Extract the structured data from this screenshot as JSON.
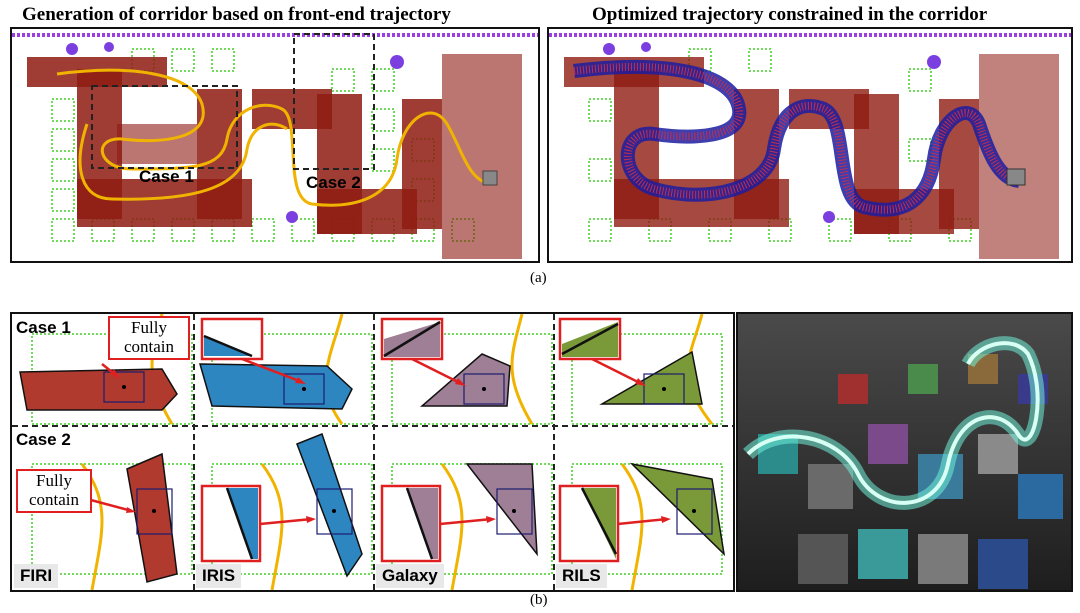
{
  "top": {
    "left_title": "Generation of corridor based on front-end trajectory",
    "right_title": "Optimized trajectory constrained in the corridor",
    "case1_label": "Case 1",
    "case2_label": "Case 2",
    "caption": "(a)"
  },
  "bottom": {
    "caption": "(b)",
    "row_labels": [
      "Case 1",
      "Case 2"
    ],
    "methods": [
      "FIRI",
      "IRIS",
      "Galaxy",
      "RILS"
    ],
    "callout_text": "Fully contain"
  },
  "colors": {
    "corridor": "#8e1b12",
    "trajectory_front": "#f0b400",
    "trajectory_opt": "#1c1ca0",
    "firi": "#b03a2e",
    "iris": "#2e86c1",
    "galaxy": "#9e7f95",
    "rils": "#7a9a3a",
    "callout": "#e02020"
  }
}
